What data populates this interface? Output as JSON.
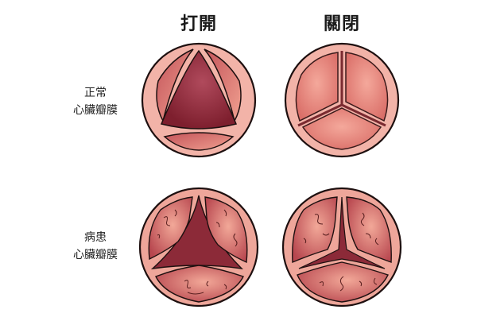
{
  "columns": [
    {
      "title": "打開"
    },
    {
      "title": "關閉"
    }
  ],
  "rows": [
    {
      "label_line1": "正常",
      "label_line2": "心臟瓣膜"
    },
    {
      "label_line1": "病患",
      "label_line2": "心臟瓣膜"
    }
  ],
  "illustrations": [
    {
      "name": "normal-valve-open",
      "state": "open",
      "condition": "normal"
    },
    {
      "name": "normal-valve-closed",
      "state": "closed",
      "condition": "normal"
    },
    {
      "name": "diseased-valve-open",
      "state": "open",
      "condition": "diseased"
    },
    {
      "name": "diseased-valve-closed",
      "state": "closed",
      "condition": "diseased"
    }
  ],
  "colors": {
    "ring": "#f2b3a8",
    "leaflet": "#e8857a",
    "opening": "#8c2a38",
    "outline": "#2a1414"
  }
}
